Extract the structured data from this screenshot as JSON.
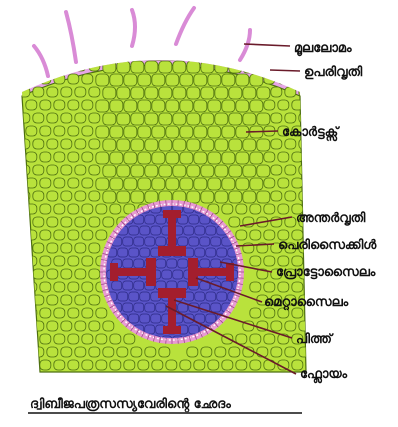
{
  "diagram": {
    "caption": "ദ്വിബീജപത്രസസ്യവേരിന്റെ ഛേദം",
    "labels": {
      "root_hair": "മൂലലോമം",
      "epidermis": "ഉപരിവൃതി",
      "cortex": "കോർട്ടക്സ്",
      "endodermis": "അന്തർവൃതി",
      "pericycle": "പെരിസൈക്കിൾ",
      "protoxylem": "പ്രോട്ടോസൈലം",
      "metaxylem": "മെറ്റാസൈലം",
      "pith": "പിത്ത്",
      "phloem": "ഫ്ലോയം"
    },
    "colors": {
      "cortex_fill": "#b9e23c",
      "cortex_cell_stroke": "#4d6f10",
      "epidermis": "#e7a6e6",
      "root_hair": "#d98bd6",
      "endodermis": "#e89ad3",
      "stele_fill": "#5a54c8",
      "stele_cell_stroke": "#2c2a85",
      "xylem": "#a31e2e",
      "leader_line": "#6a1b2a"
    }
  }
}
